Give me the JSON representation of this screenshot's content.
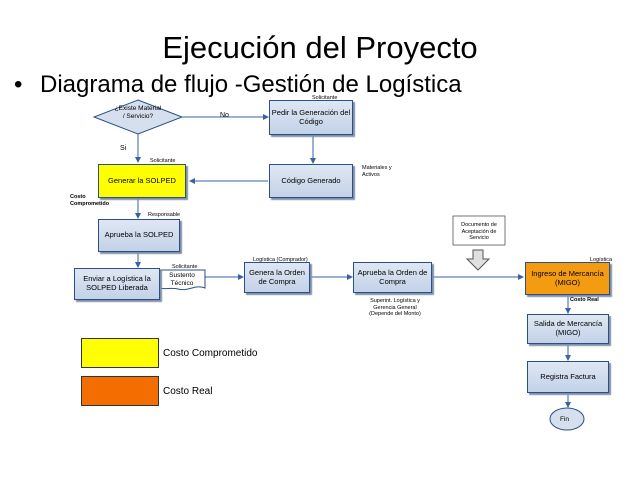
{
  "slide": {
    "title": "Ejecución del Proyecto",
    "bullet": "•",
    "subtitle": "Diagrama de flujo -Gestión de Logística"
  },
  "flow": {
    "decision": "¿Existe Material / Servicio?",
    "no_label": "No",
    "si_label": "Si",
    "pedir_codigo": "Pedir la Generación del Código",
    "solicitante_top": "Solicitante",
    "codigo_generado": "Código Generado",
    "materiales_activos": "Materiales y Activos",
    "generar_solped": "Generar la SOLPED",
    "solicitante_mid": "Solicitante",
    "costo_comprometido_note": "Costo Comprometido",
    "aprueba_solped": "Aprueba la SOLPED",
    "responsable": "Responsable",
    "enviar_logistica": "Enviar a Logística la SOLPED Liberada",
    "solicitante_low": "Solicitante",
    "sustento_tecnico": "Sustento Técnico",
    "logistica_comprador": "Logística (Comprador)",
    "genera_orden": "Genera la Orden de Compra",
    "aprueba_orden": "Aprueba la Orden de Compra",
    "superint_note": "Superint. Logística y Gerencia General (Depende del Monto)",
    "documento_aceptacion": "Documento de Aceptación de Servicio",
    "logistica": "Logística",
    "ingreso_mercancia": "Ingreso de Mercancía (MIGO)",
    "costo_real_note": "Costo Real",
    "salida_mercancia": "Salida de Mercancía (MIGO)",
    "registra_factura": "Registra Factura",
    "fin": "Fin"
  },
  "legend": {
    "items": [
      {
        "label": "Costo Comprometido",
        "color": "#ffff00"
      },
      {
        "label": "Costo Real",
        "color": "#f36d00"
      }
    ]
  }
}
